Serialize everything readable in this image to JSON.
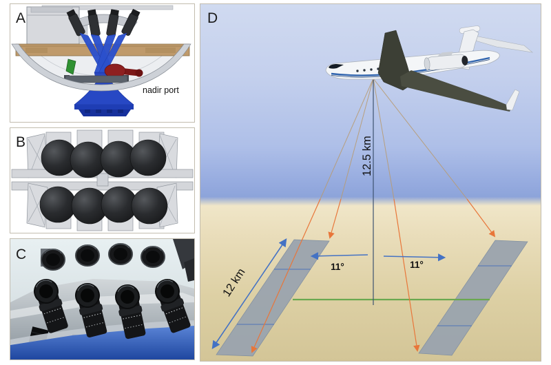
{
  "panels": {
    "a": {
      "label": "A",
      "annotation": "nadir port"
    },
    "b": {
      "label": "B"
    },
    "c": {
      "label": "C"
    },
    "d": {
      "label": "D",
      "altitude": "12.5 km",
      "swath_length": "12 km",
      "angle_left": "11°",
      "angle_right": "11°"
    }
  },
  "colors": {
    "accent_orange": "#E8763A",
    "accent_blue": "#4472C4",
    "accent_green": "#6AA84F",
    "altitude_line": "#3D5270",
    "sight_line_sky": "#B89B72",
    "sky_top": "#D0DAF0",
    "sky_horizon": "#8DA4DA",
    "ground_tan": "#DDD0A6",
    "swath_gray": "#9AA3AE",
    "beam_blue": "#2B50CC",
    "deck_tan": "#BF9A6B"
  }
}
